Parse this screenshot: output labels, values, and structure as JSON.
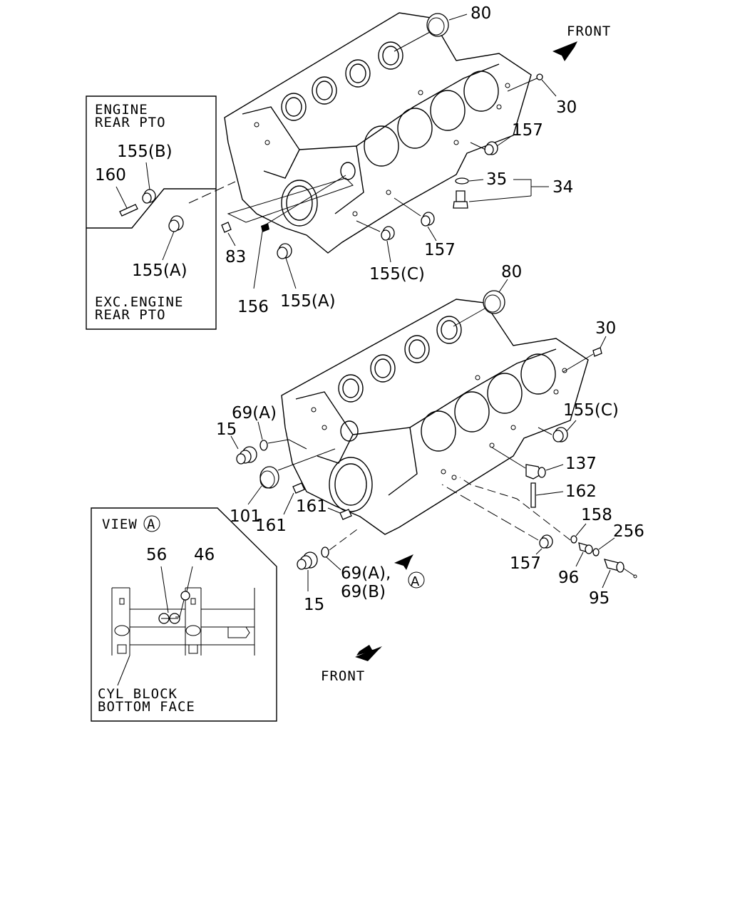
{
  "inset_pto": {
    "title_line1": "ENGINE",
    "title_line2": "REAR PTO",
    "exc_line1": "EXC.ENGINE",
    "exc_line2": "REAR PTO",
    "label_155b": "155(B)",
    "label_160": "160",
    "label_155a": "155(A)"
  },
  "inset_view": {
    "title": "VIEW",
    "circle_letter": "A",
    "label_56": "56",
    "label_46": "46",
    "caption_line1": "CYL BLOCK",
    "caption_line2": "BOTTOM FACE"
  },
  "upper_block": {
    "front_label": "FRONT",
    "labels": {
      "p80": "80",
      "p30": "30",
      "p157a": "157",
      "p35": "35",
      "p34": "34",
      "p157b": "157",
      "p155c": "155(C)",
      "p83": "83",
      "p156": "156",
      "p155a": "155(A)"
    }
  },
  "lower_block": {
    "front_label": "FRONT",
    "view_marker": "A",
    "labels": {
      "p80": "80",
      "p30": "30",
      "p155c": "155(C)",
      "p69a": "69(A)",
      "p15a": "15",
      "p137": "137",
      "p162": "162",
      "p158": "158",
      "p256": "256",
      "p101": "101",
      "p161a": "161",
      "p161b": "161",
      "p157": "157",
      "p96": "96",
      "p95": "95",
      "p69ab_1": "69(A),",
      "p69ab_2": "69(B)",
      "p15b": "15"
    }
  }
}
